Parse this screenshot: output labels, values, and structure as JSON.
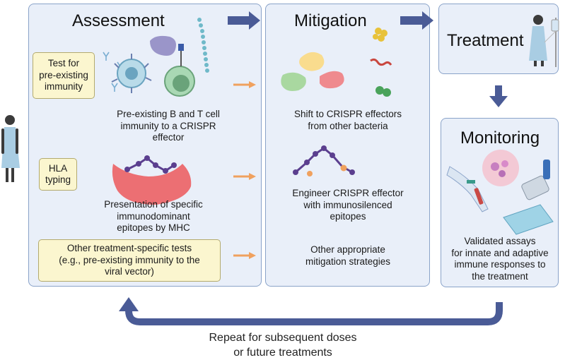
{
  "panels": {
    "assessment": {
      "title": "Assessment",
      "test_immunity_label": "Test for\npre-existing\nimmunity",
      "immunity_desc": "Pre-existing B and T cell\nimmunity to a CRISPR\neffector",
      "hla_label": "HLA\ntyping",
      "hla_desc": "Presentation of specific\nimmunodominant\nepitopes by MHC",
      "other_tests_label": "Other treatment-specific tests\n(e.g., pre-existing immunity to the\nviral vector)"
    },
    "mitigation": {
      "title": "Mitigation",
      "shift_desc": "Shift to CRISPR effectors\nfrom other bacteria",
      "engineer_desc": "Engineer CRISPR effector\nwith immunosilenced\nepitopes",
      "other_desc": "Other appropriate\nmitigation strategies"
    },
    "treatment": {
      "title": "Treatment"
    },
    "monitoring": {
      "title": "Monitoring",
      "assays_desc": "Validated assays\nfor innate and adaptive\nimmune responses to\nthe treatment"
    }
  },
  "footer": {
    "repeat_text": "Repeat for subsequent doses\nor future treatments"
  },
  "colors": {
    "panel_fill": "#e9eff9",
    "panel_border": "#8aa3c9",
    "main_arrow": "#4a5b96",
    "small_arrow": "#f0a15e",
    "label_box": "#fbf6cf"
  }
}
